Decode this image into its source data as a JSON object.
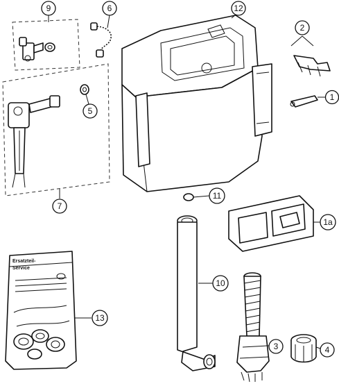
{
  "callouts": [
    {
      "id": "c9",
      "label": "9"
    },
    {
      "id": "c6",
      "label": "6"
    },
    {
      "id": "c12",
      "label": "12"
    },
    {
      "id": "c2",
      "label": "2"
    },
    {
      "id": "c1",
      "label": "1"
    },
    {
      "id": "c5",
      "label": "5"
    },
    {
      "id": "c7",
      "label": "7"
    },
    {
      "id": "c11",
      "label": "11"
    },
    {
      "id": "c1a",
      "label": "1a"
    },
    {
      "id": "c10",
      "label": "10"
    },
    {
      "id": "c13",
      "label": "13"
    },
    {
      "id": "c3",
      "label": "3"
    },
    {
      "id": "c4",
      "label": "4"
    }
  ],
  "bag": {
    "title_line1": "Ersatzteil-",
    "title_line2": "Service"
  }
}
